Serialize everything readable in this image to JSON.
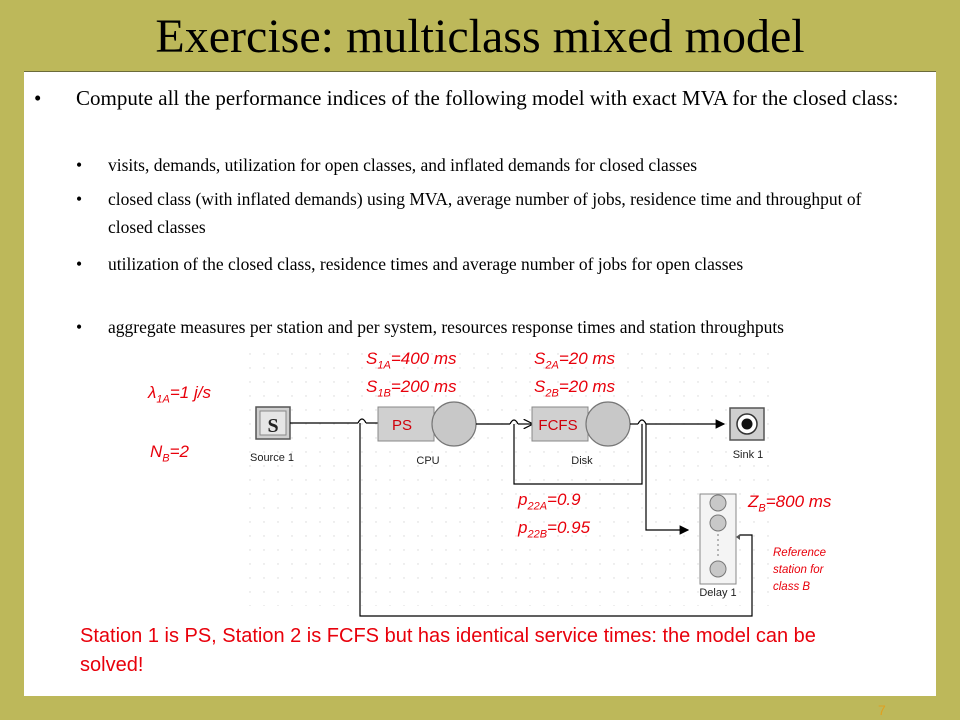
{
  "slide": {
    "title": "Exercise: multiclass mixed model",
    "bullet_main": "Compute all the performance indices of the following model with exact MVA for the closed class:",
    "sub_bullets": [
      "visits, demands, utilization for open classes, and inflated demands for closed classes",
      "closed class (with inflated demands) using MVA, average number of jobs, residence time and throughput of closed classes",
      "utilization of the closed class, residence times and average number of jobs for open classes",
      "aggregate measures per station and per system, resources response times and station throughputs"
    ],
    "bullet_glyph": "•",
    "page_number": "7"
  },
  "diagram": {
    "source_label": "Source 1",
    "source_glyph": "S",
    "cpu_label": "CPU",
    "cpu_box": "PS",
    "disk_label": "Disk",
    "disk_box": "FCFS",
    "sink_label": "Sink 1",
    "delay_label": "Delay 1",
    "annotations": {
      "lambda_sym": "λ",
      "lambda_sub": "1A",
      "lambda_val": "=1 j/s",
      "n_sym": "N",
      "n_sub": "B",
      "n_val": "=2",
      "s1a_sym": "S",
      "s1a_sub": "1A",
      "s1a_val": "=400 ms",
      "s1b_sym": "S",
      "s1b_sub": "1B",
      "s1b_val": "=200 ms",
      "s2a_sym": "S",
      "s2a_sub": "2A",
      "s2a_val": "=20 ms",
      "s2b_sym": "S",
      "s2b_sub": "2B",
      "s2b_val": "=20 ms",
      "p22a_sym": "p",
      "p22a_sub": "22A",
      "p22a_val": "=0.9",
      "p22b_sym": "p",
      "p22b_sub": "22B",
      "p22b_val": "=0.95",
      "zb_sym": "Z",
      "zb_sub": "B",
      "zb_val": "=800 ms",
      "reference_note_1": "Reference",
      "reference_note_2": "station for",
      "reference_note_3": "class B"
    }
  },
  "note": "Station 1 is PS, Station 2 is FCFS but has identical service times: the model can be solved!",
  "colors": {
    "background": "#bdb85a",
    "accent_red": "#e8000b",
    "page_number": "#e0a020"
  }
}
